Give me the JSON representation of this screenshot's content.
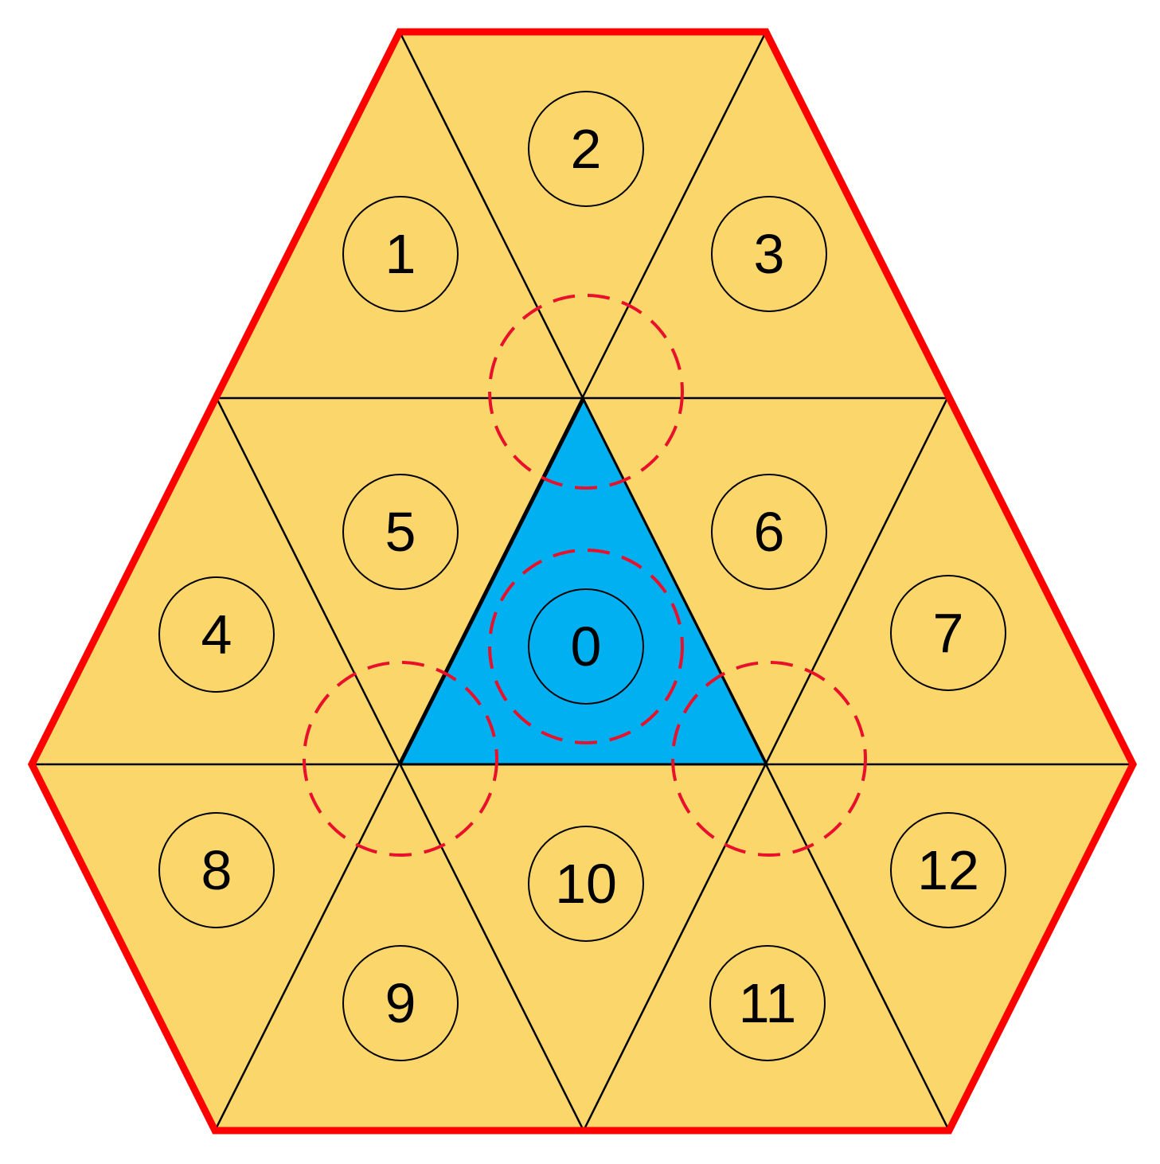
{
  "colors": {
    "cell_fill": "#FBD66A",
    "center_fill": "#00B0F0",
    "outline": "#FF0000",
    "dashed_ring": "#E8102A",
    "lines": "#000000"
  },
  "cells": [
    {
      "label": "0",
      "highlighted": true
    },
    {
      "label": "1"
    },
    {
      "label": "2"
    },
    {
      "label": "3"
    },
    {
      "label": "4"
    },
    {
      "label": "5"
    },
    {
      "label": "6"
    },
    {
      "label": "7"
    },
    {
      "label": "8"
    },
    {
      "label": "9"
    },
    {
      "label": "10"
    },
    {
      "label": "11"
    },
    {
      "label": "12"
    }
  ]
}
